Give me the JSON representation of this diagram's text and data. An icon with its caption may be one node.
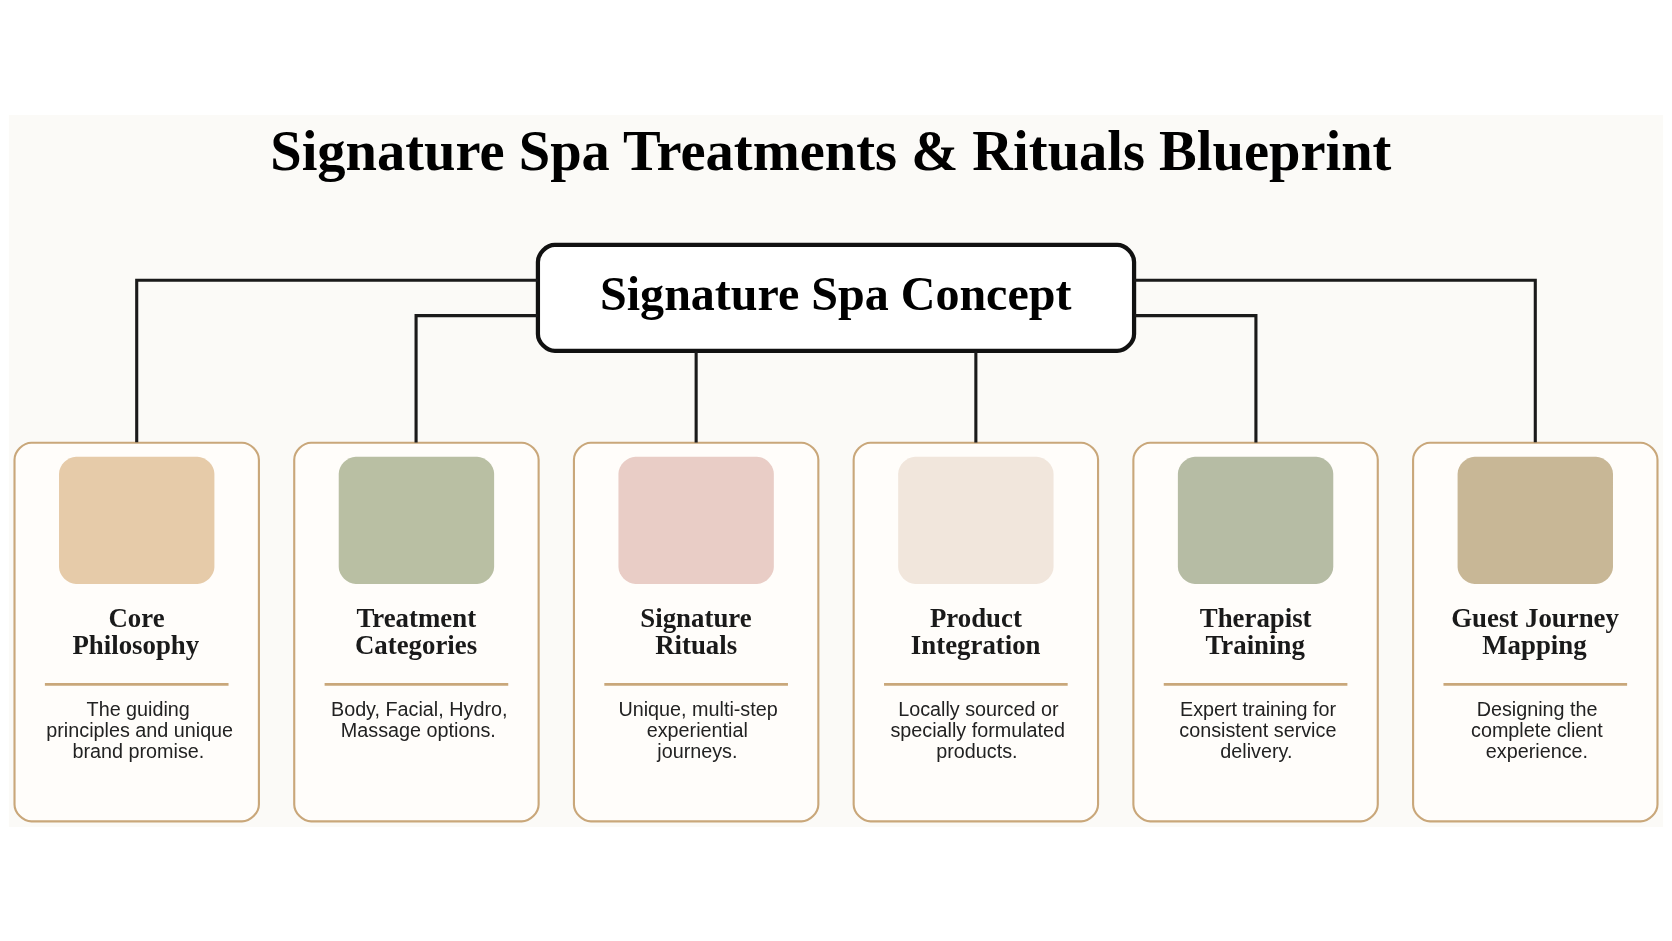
{
  "diagram": {
    "title": "Signature Spa Treatments & Rituals Blueprint",
    "nodes": [
      {
        "text": [
          "Signature Spa Concept"
        ]
      },
      {
        "text": [
          "Core Philosophy",
          "The guiding principles and unique brand promise."
        ]
      },
      {
        "text": [
          "Treatment Categories",
          "Body, Facial, Hydro, Massage options."
        ]
      },
      {
        "text": [
          "Signature Rituals",
          "Unique, multi-step experiential journeys."
        ]
      },
      {
        "text": [
          "Product Integration",
          "Locally sourced or specially formulated products."
        ]
      },
      {
        "text": [
          "Therapist Training",
          "Expert training for consistent service delivery."
        ]
      },
      {
        "text": [
          "Guest Journey Mapping",
          "Designing the complete client experience."
        ]
      }
    ],
    "edges": [
      {
        "from": 0,
        "to": 1,
        "arrow": "none"
      },
      {
        "from": 0,
        "to": 2,
        "arrow": "none"
      },
      {
        "from": 0,
        "to": 3,
        "arrow": "none"
      },
      {
        "from": 0,
        "to": 4,
        "arrow": "none"
      },
      {
        "from": 0,
        "to": 5,
        "arrow": "none"
      },
      {
        "from": 0,
        "to": 6,
        "arrow": "none"
      }
    ]
  }
}
